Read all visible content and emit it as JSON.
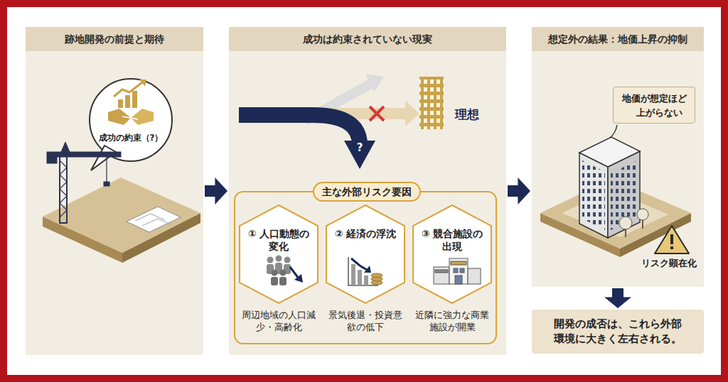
{
  "diagram": {
    "nodes": [
      {
        "text": [
          "跡地開発の前提と期待"
        ]
      },
      {
        "text": [
          "成功の約束（?）"
        ],
        "in": 0
      },
      {
        "text": [
          "成功は約束されていない現実"
        ]
      },
      {
        "text": [
          "主な外部リスク要因"
        ],
        "in": 2
      },
      {
        "text": [
          "① 人口動態の変化",
          "周辺地域の人口減少・高齢化"
        ],
        "in": 2
      },
      {
        "text": [
          "② 経済の浮沈",
          "景気後退・投資意欲の低下"
        ],
        "in": 2
      },
      {
        "text": [
          "③ 競合施設の出現",
          "近隣に強力な商業施設が開業"
        ],
        "in": 2
      },
      {
        "text": [
          "想定外の結果：地価上昇の抑制"
        ]
      },
      {
        "text": [
          "地価が想定ほど",
          "上がらない"
        ],
        "in": 7
      },
      {
        "text": [
          "開発の成否は、これら外部環境に大きく左右される。"
        ]
      }
    ],
    "edges": [
      {
        "from": 0,
        "to": 2,
        "arrow": "to"
      },
      {
        "from": 2,
        "to": 7,
        "arrow": "to"
      },
      {
        "from": 7,
        "to": 9,
        "arrow": "to"
      }
    ],
    "labels": [
      "理想",
      "?",
      "リスク顕在化"
    ]
  }
}
